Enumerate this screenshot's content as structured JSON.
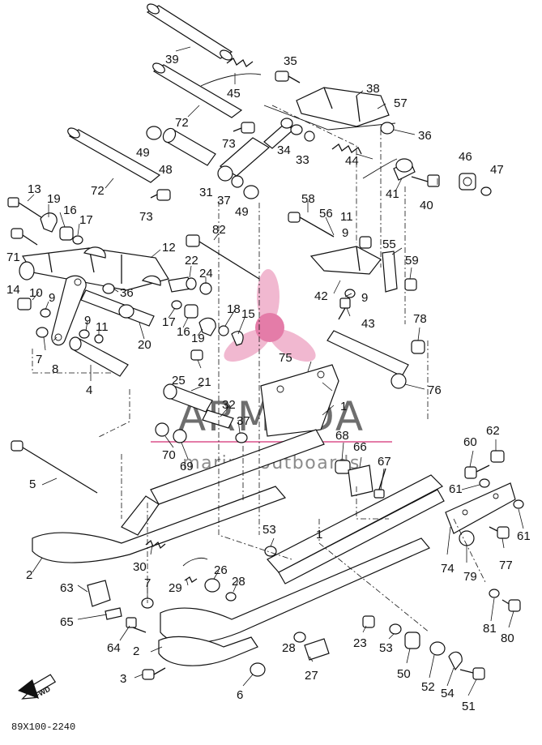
{
  "diagram": {
    "code": "89X100-2240",
    "forward_arrow_label": "FWD",
    "part_numbers": [
      "1",
      "2",
      "3",
      "4",
      "5",
      "6",
      "7",
      "8",
      "9",
      "10",
      "11",
      "12",
      "13",
      "14",
      "15",
      "16",
      "17",
      "18",
      "19",
      "20",
      "21",
      "22",
      "23",
      "24",
      "25",
      "26",
      "27",
      "28",
      "29",
      "30",
      "31",
      "32",
      "33",
      "34",
      "35",
      "36",
      "37",
      "38",
      "39",
      "40",
      "41",
      "42",
      "43",
      "44",
      "45",
      "46",
      "47",
      "48",
      "49",
      "50",
      "51",
      "52",
      "53",
      "54",
      "55",
      "56",
      "57",
      "58",
      "59",
      "60",
      "61",
      "62",
      "63",
      "64",
      "65",
      "66",
      "67",
      "68",
      "69",
      "70",
      "71",
      "72",
      "73",
      "74",
      "75",
      "76",
      "77",
      "78",
      "79",
      "80",
      "81",
      "82"
    ]
  },
  "watermark": {
    "title": "ARMADA",
    "subtitle": "marine outboards",
    "accent_color": "#e0669a"
  }
}
